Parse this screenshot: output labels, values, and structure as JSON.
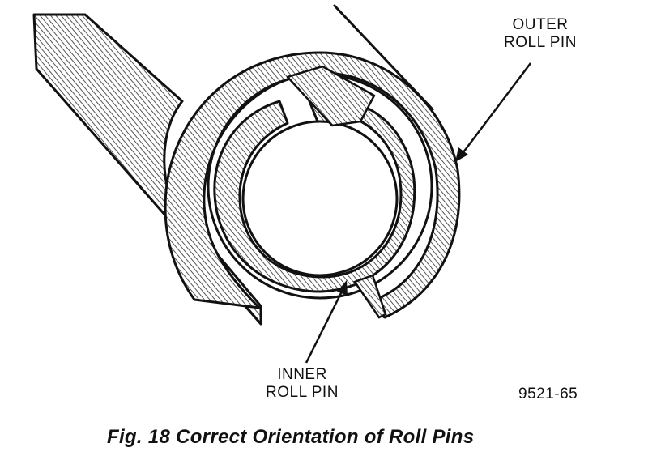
{
  "labels": {
    "outer_roll_pin": [
      "OUTER",
      "ROLL PIN"
    ],
    "inner_roll_pin": [
      "INNER",
      "ROLL PIN"
    ]
  },
  "figure_number": "9521-65",
  "caption": "Fig. 18 Correct Orientation of Roll Pins",
  "colors": {
    "ink": "#111111",
    "hatch": "#555555",
    "background": "#ffffff"
  }
}
